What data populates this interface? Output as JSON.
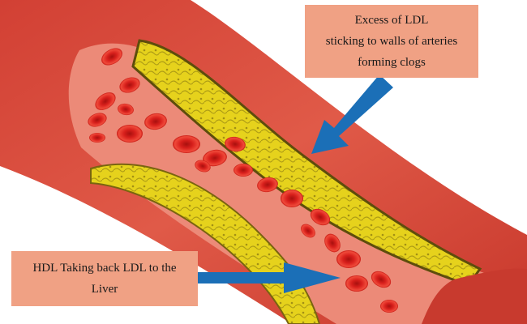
{
  "labels": {
    "ldl": {
      "lines": [
        "Excess of LDL",
        "sticking to walls of arteries",
        "forming clogs"
      ]
    },
    "hdl": {
      "lines": [
        "HDL Taking back LDL to the",
        "Liver"
      ]
    }
  },
  "colors": {
    "artery_wall": "#d9483b",
    "lumen": "#ec8a78",
    "plaque": "#e6d21c",
    "plaque_dark": "#5e4d0c",
    "blood_cell": "#d8201c",
    "arrow": "#1b6fb7",
    "label_bg": "#f0a184"
  }
}
